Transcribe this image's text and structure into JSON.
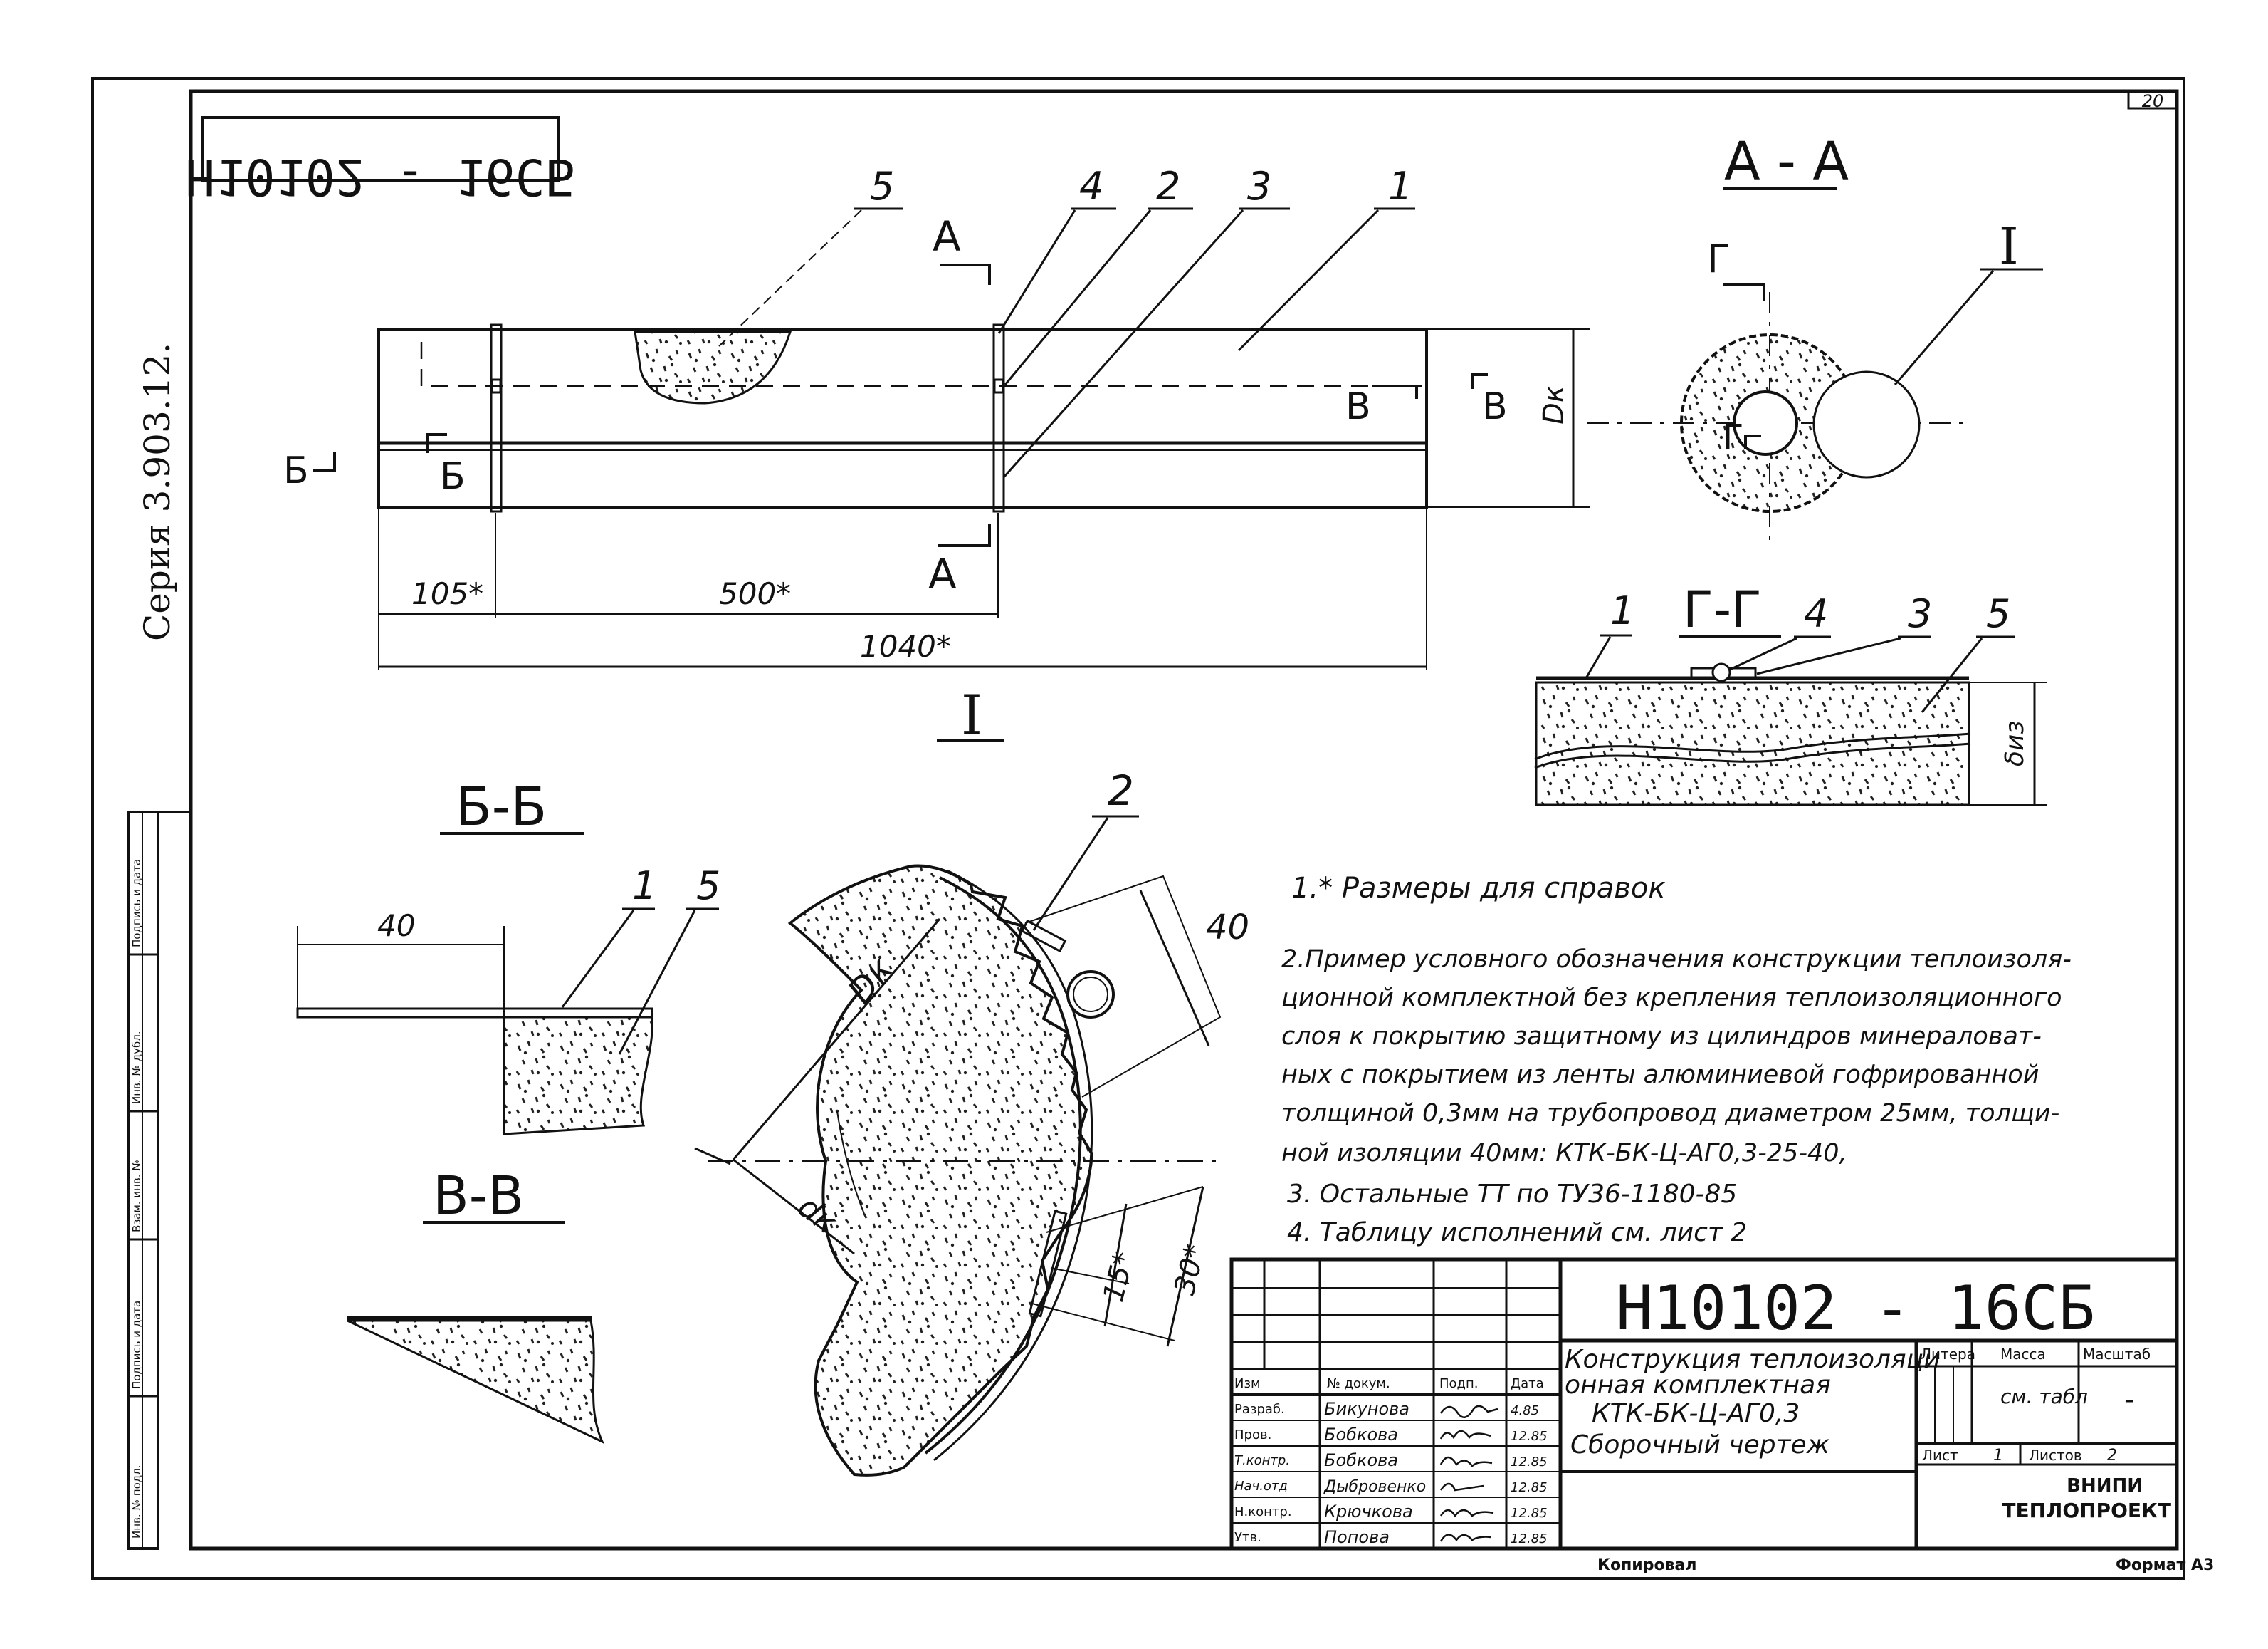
{
  "sheet": {
    "page_number": "20",
    "series": "Серия  3.903.12.",
    "mirrored_code": "Н10102 - 16СБ",
    "footer_left": "Копировал",
    "footer_right": "Формат А3"
  },
  "side_stamp": [
    "Инв. № подл.",
    "Подпись и дата",
    "Взам. инв. №",
    "Инв. № дубл.",
    "Подпись и дата"
  ],
  "views": {
    "section_a_a": "А - А",
    "section_b_b": "Б-Б",
    "section_v_v": "В-В",
    "section_g_g": "Г-Г",
    "detail_one": "I",
    "detail_ref": "I"
  },
  "main_view": {
    "callouts": [
      "5",
      "4",
      "2",
      "3",
      "1"
    ],
    "cut_a_top": "А",
    "cut_a_bottom": "А",
    "cut_b_left": "Б",
    "cut_b_right": "Б",
    "cut_v_left": "В",
    "cut_v_right": "В",
    "cut_g": "Г",
    "dim_105": "105*",
    "dim_500": "500*",
    "dim_1040": "1040*",
    "dim_dk": "Dк"
  },
  "section_aa": {
    "cut_g_top": "Г",
    "cut_g_left": "Г"
  },
  "section_gg": {
    "callouts": [
      "1",
      "4",
      "3",
      "5"
    ],
    "dim_thickness": "δиз"
  },
  "section_bb": {
    "dim_40": "40",
    "callouts": [
      "1",
      "5"
    ]
  },
  "detail_view": {
    "callout": "2",
    "dim_40": "40",
    "dim_Dk": "Dк",
    "dim_dk": "dк",
    "dim_15": "15*",
    "dim_30": "30*"
  },
  "notes": [
    "1.* Размеры для справок",
    "2.Пример условного обозначения конструкции теплоизоля-",
    "ционной комплектной без крепления теплоизоляционного",
    "слоя к покрытию защитному из цилиндров минераловат-",
    "ных с покрытием из ленты алюминиевой гофрированной",
    "толщиной 0,3мм на трубопровод диаметром 25мм, толщи-",
    "ной изоляции 40мм: КТК-БК-Ц-АГ0,3-25-40,",
    "3. Остальные ТТ   по  ТУ36-1180-85",
    "4. Таблицу исполнений  см. лист 2"
  ],
  "title_block": {
    "doc_code": "Н10102 - 16СБ",
    "title_lines": [
      "Конструкция теплоизоляци",
      "онная комплектная",
      "КТК-БК-Ц-АГ0,3",
      "Сборочный  чертеж"
    ],
    "headers": {
      "izm": "Изм",
      "doc_no": "№ докум.",
      "sign": "Подп.",
      "date": "Дата"
    },
    "roles": [
      "Разраб.",
      "Пров.",
      "Т.контр.",
      "Нач.отд",
      "Н.контр.",
      "Утв."
    ],
    "names": [
      "Бикунова",
      "Бобкова",
      "Бобкова",
      "Дыбровенко",
      "Крючкова",
      "Попова"
    ],
    "dates": [
      "4.85",
      "12.85",
      "12.85",
      "12.85",
      "12.85",
      "12.85"
    ],
    "litera": "Литера",
    "massa": "Масса",
    "masshtab": "Масштаб",
    "massa_value": "см. табл",
    "masshtab_value": "-",
    "sheet_label": "Лист",
    "sheet_value": "1",
    "sheets_label": "Листов",
    "sheets_value": "2",
    "org_line1": "ВНИПИ",
    "org_line2": "ТЕПЛОПРОЕКТ"
  }
}
